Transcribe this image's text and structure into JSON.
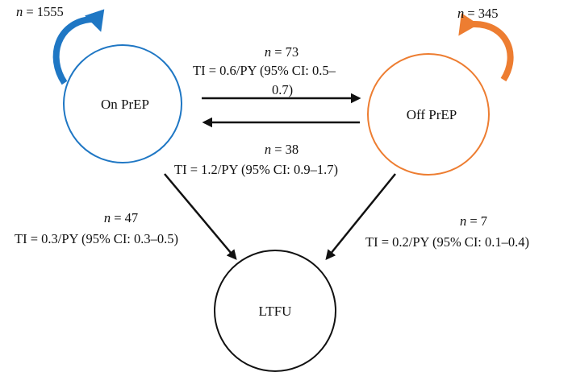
{
  "colors": {
    "on_prep": "#1f77c4",
    "off_prep": "#ed7d31",
    "ltfu": "#111111",
    "arrow": "#111111"
  },
  "nodes": {
    "on_prep": {
      "label": "On PrEP",
      "self_n": "= 1555"
    },
    "off_prep": {
      "label": "Off PrEP",
      "self_n": "= 345"
    },
    "ltfu": {
      "label": "LTFU"
    }
  },
  "n_symbol": "n",
  "transitions": {
    "on_to_off": {
      "n": "= 73",
      "ti_line1": "TI = 0.6/PY (95% CI: 0.5–",
      "ti_line2": "0.7)"
    },
    "off_to_on": {
      "n": "= 38",
      "ti": "TI = 1.2/PY (95% CI:  0.9–1.7)"
    },
    "on_to_ltfu": {
      "n": "= 47",
      "ti": "TI = 0.3/PY (95% CI: 0.3–0.5)"
    },
    "off_to_ltfu": {
      "n": "= 7",
      "ti": "TI = 0.2/PY (95% CI: 0.1–0.4)"
    }
  }
}
